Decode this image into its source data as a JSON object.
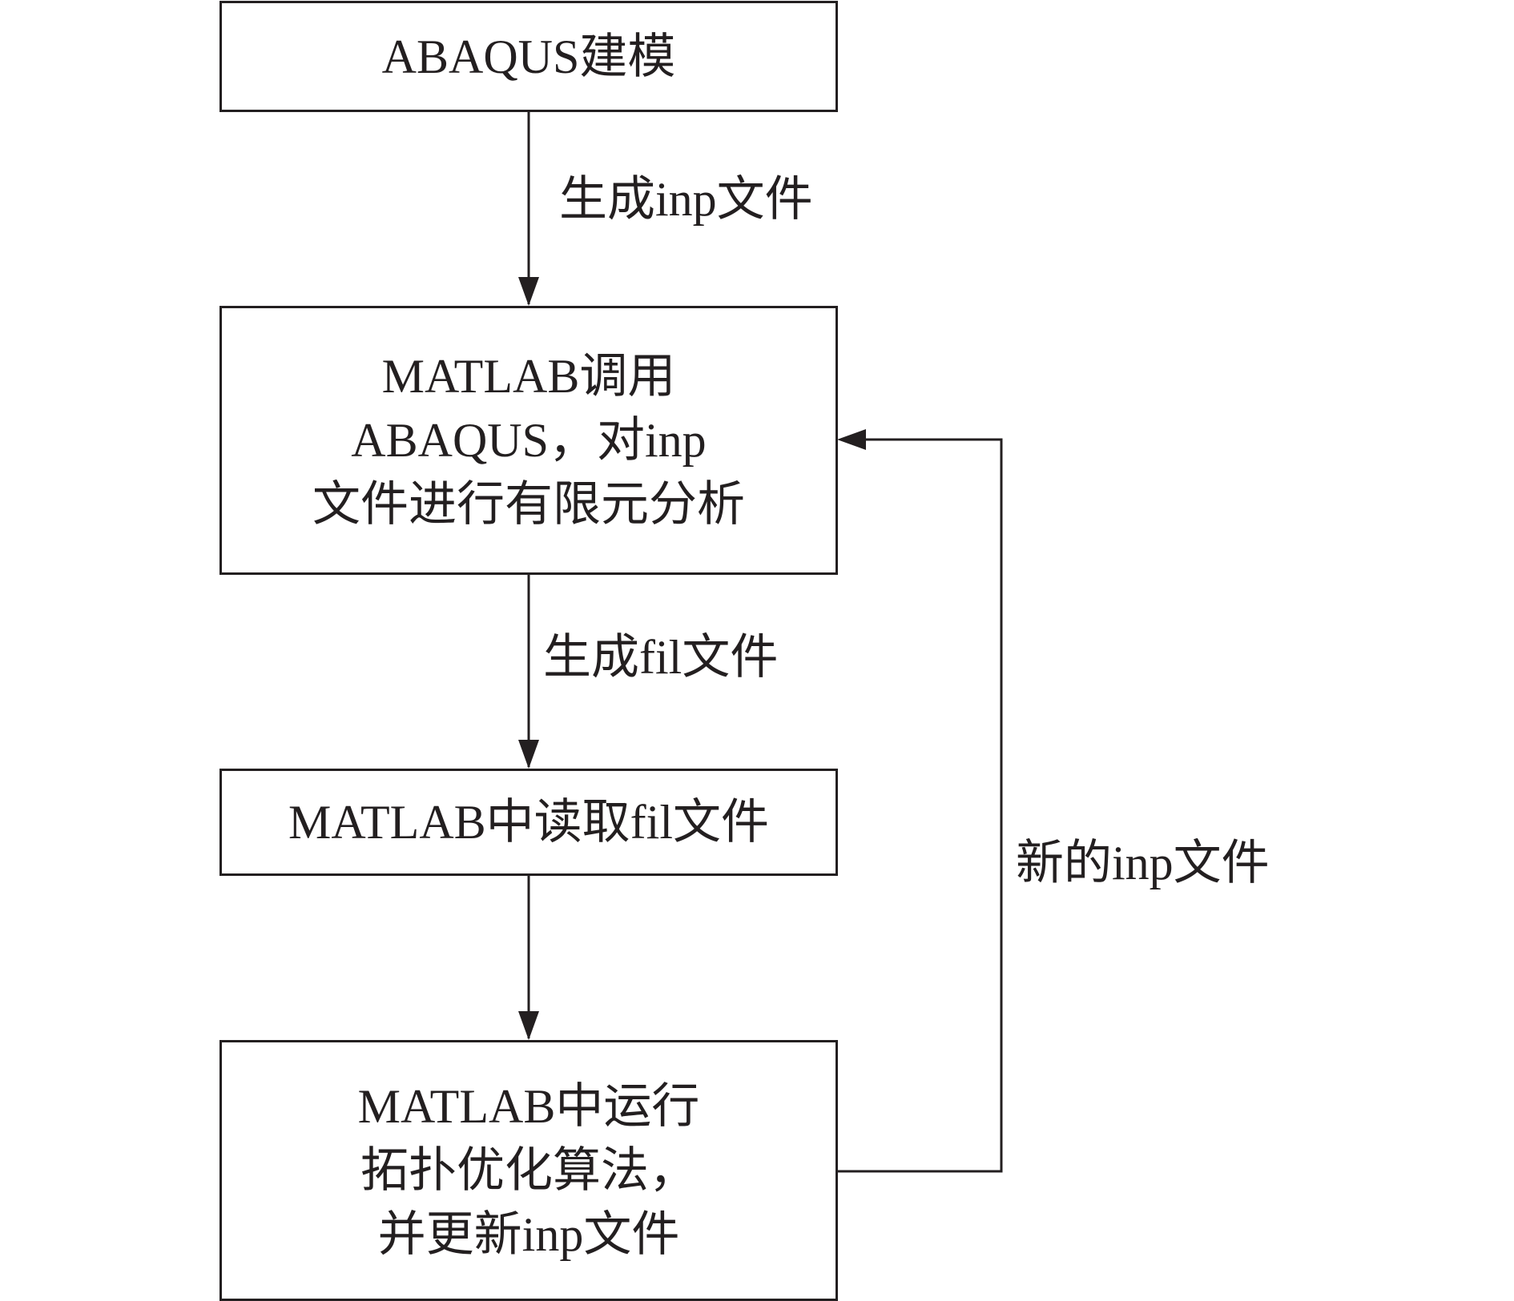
{
  "nodes": {
    "modeling": {
      "lines": [
        "ABAQUS建模"
      ]
    },
    "analysis": {
      "lines": [
        "MATLAB调用",
        "ABAQUS，对inp",
        "文件进行有限元分析"
      ]
    },
    "read": {
      "lines": [
        "MATLAB中读取fil文件"
      ]
    },
    "optimize": {
      "lines": [
        "MATLAB中运行",
        "拓扑优化算法，",
        "并更新inp文件"
      ]
    }
  },
  "edges": {
    "gen_inp": "生成inp文件",
    "gen_fil": "生成fil文件",
    "new_inp": "新的inp文件"
  }
}
